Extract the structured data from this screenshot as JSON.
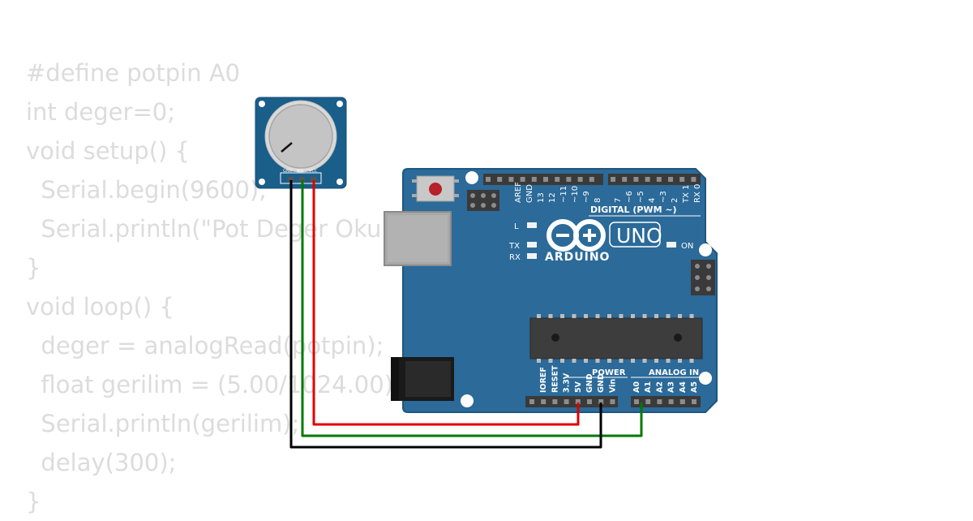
{
  "code_lines": [
    "#define potpin A0",
    "int deger=0;",
    "void setup() {",
    "  Serial.begin(9600);",
    "  Serial.println(\"Pot Deger Oku",
    "}",
    "void loop() {",
    "  deger = analogRead(potpin);",
    "  float gerilim = (5.00/1024.00)",
    "  Serial.println(gerilim);",
    "  delay(300);",
    "}"
  ],
  "potentiometer": {
    "pins": {
      "gnd": "GND",
      "sig": "SIG",
      "vcc": "VCC"
    }
  },
  "arduino": {
    "brand": "ARDUINO",
    "model": "UNO",
    "digital_label": "DIGITAL (PWM ~)",
    "digital_pins": [
      "AREF",
      "GND",
      "13",
      "12",
      "~11",
      "~10",
      "~9",
      "8",
      "7",
      "~6",
      "~5",
      "4",
      "~3",
      "2",
      "TX 1",
      "RX 0"
    ],
    "led_labels": {
      "l": "L",
      "tx": "TX",
      "rx": "RX",
      "on": "ON"
    },
    "power_label": "POWER",
    "power_pins": [
      "IOREF",
      "RESET",
      "3.3V",
      "5V",
      "GND",
      "GND",
      "Vin"
    ],
    "analog_label": "ANALOG IN",
    "analog_pins": [
      "A0",
      "A1",
      "A2",
      "A3",
      "A4",
      "A5"
    ]
  },
  "wires": [
    {
      "name": "vcc-wire",
      "color": "#e00000"
    },
    {
      "name": "sig-wire",
      "color": "#007a00"
    },
    {
      "name": "gnd-wire",
      "color": "#000000"
    }
  ],
  "colors": {
    "board": "#2b6a99",
    "code_text": "#dcdcdc"
  }
}
